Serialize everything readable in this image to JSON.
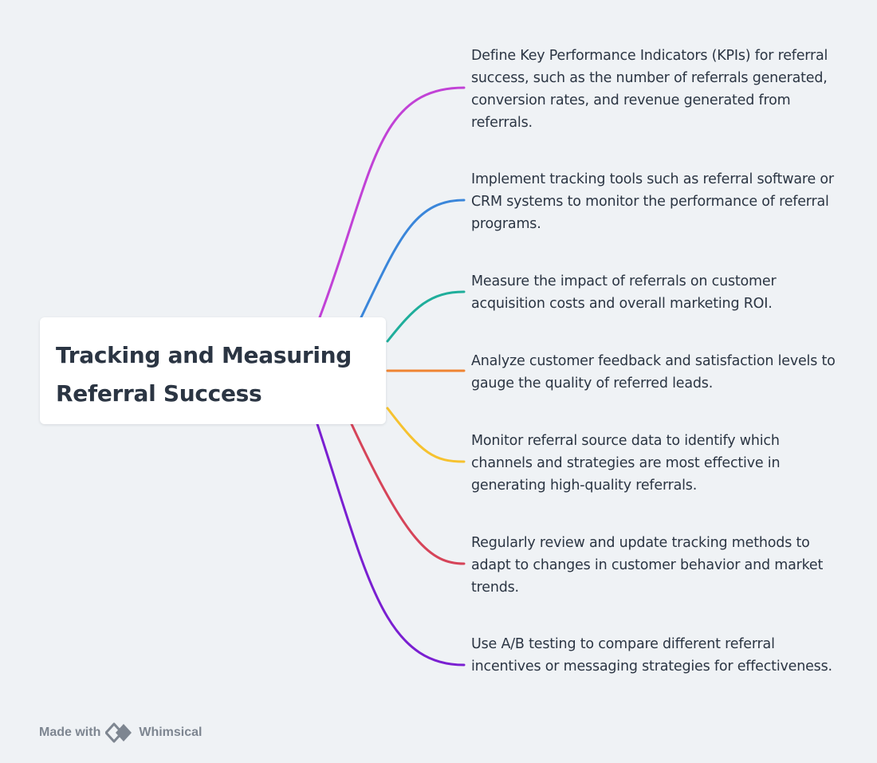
{
  "root": {
    "title_line1": "Tracking and Measuring",
    "title_line2": "Referral Success"
  },
  "branches": [
    {
      "color": "#c142d6",
      "text": "Define Key Performance Indicators (KPIs) for referral success, such as the number of referrals generated, conversion rates, and revenue generated from referrals."
    },
    {
      "color": "#3a86da",
      "text": "Implement tracking tools such as referral software or CRM systems to monitor the performance of referral programs."
    },
    {
      "color": "#1fae9b",
      "text": "Measure the impact of referrals on customer acquisition costs and overall marketing ROI."
    },
    {
      "color": "#ef8432",
      "text": "Analyze customer feedback and satisfaction levels to gauge the quality of referred leads."
    },
    {
      "color": "#f6c22f",
      "text": "Monitor referral source data to identify which channels and strategies are most effective in generating high-quality referrals."
    },
    {
      "color": "#d64459",
      "text": "Regularly review and update tracking methods to adapt to changes in customer behavior and market trends."
    },
    {
      "color": "#7a1fd1",
      "text": "Use A/B testing to compare different referral incentives or messaging strategies for effectiveness."
    }
  ],
  "footer": {
    "made_with": "Made with",
    "brand": "Whimsical",
    "logo_icon": "whimsical-logo-icon"
  }
}
